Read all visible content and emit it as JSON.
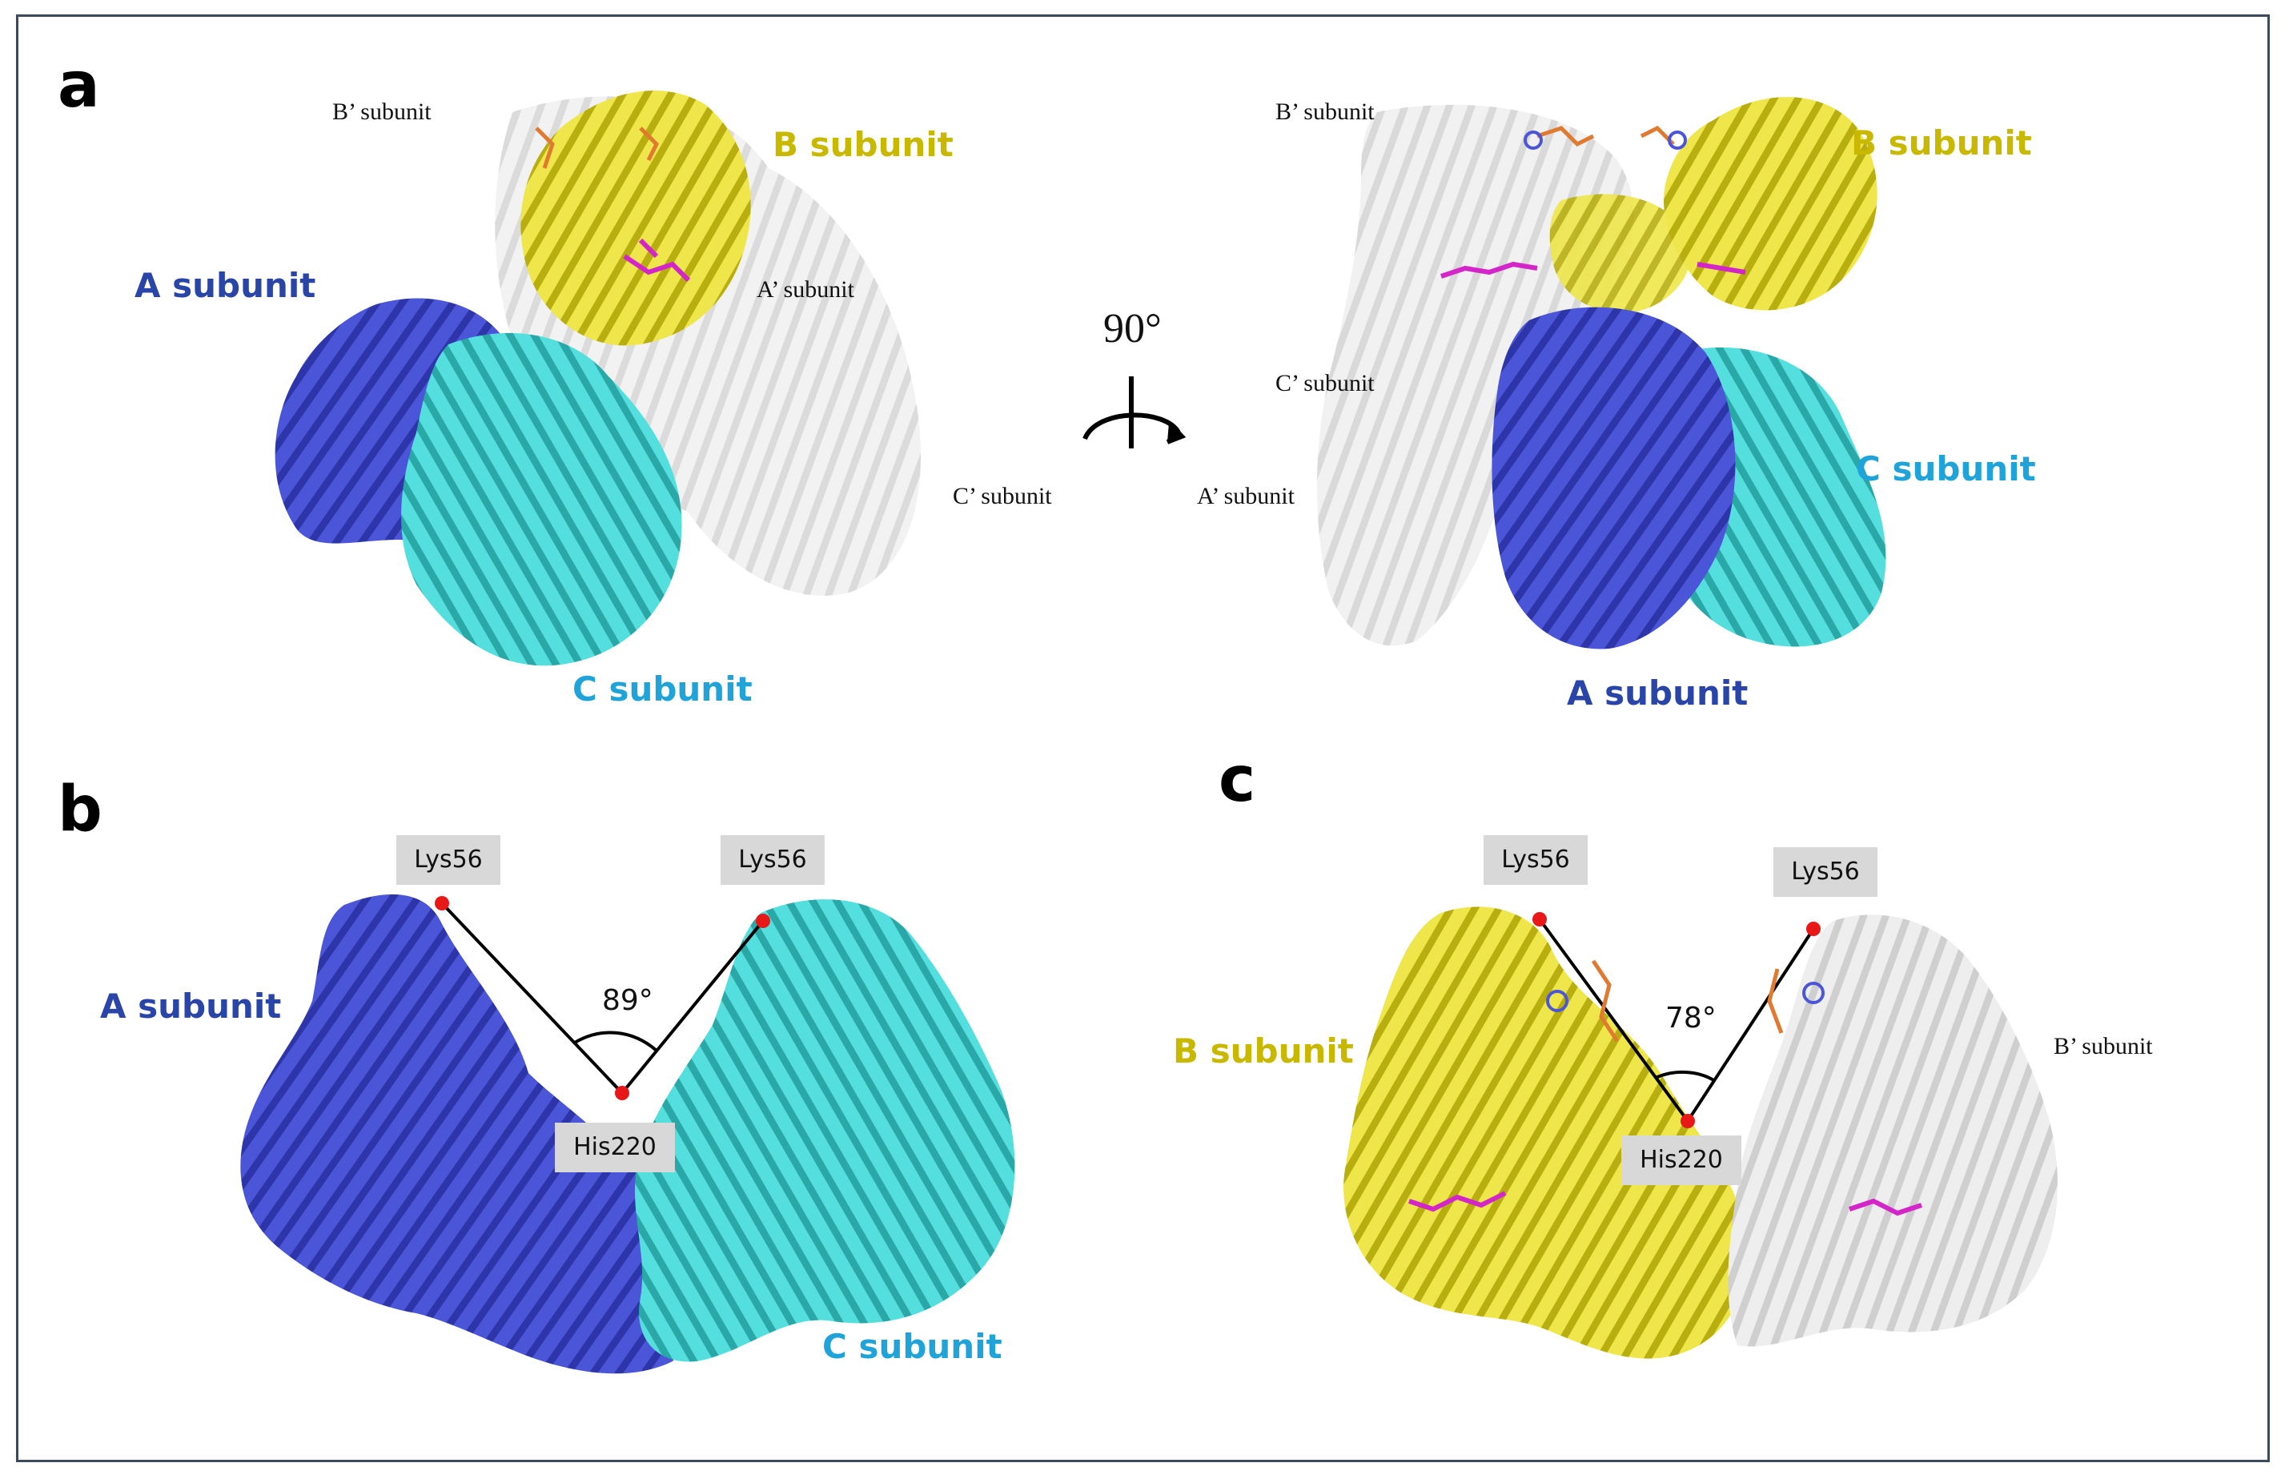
{
  "panels": {
    "a": {
      "letter": "a",
      "left_view": {
        "b_prime": "B’ subunit",
        "b": "B subunit",
        "a": "A subunit",
        "a_prime": "A’ subunit",
        "c_prime": "C’ subunit",
        "c": "C subunit"
      },
      "rotation": "90°",
      "right_view": {
        "b_prime": "B’ subunit",
        "b": "B subunit",
        "c_prime": "C’ subunit",
        "c": "C subunit",
        "a_prime": "A’ subunit",
        "a": "A subunit"
      }
    },
    "b": {
      "letter": "b",
      "left_residue": "Lys56",
      "right_residue": "Lys56",
      "center_residue": "His220",
      "angle": "89°",
      "left_subunit": "A subunit",
      "right_subunit": "C subunit"
    },
    "c": {
      "letter": "c",
      "left_residue": "Lys56",
      "right_residue": "Lys56",
      "center_residue": "His220",
      "angle": "78°",
      "left_subunit": "B subunit",
      "right_subunit": "B’ subunit"
    }
  },
  "colors": {
    "a_subunit": "#3b44c9",
    "c_subunit": "#3fd0d0",
    "b_subunit": "#e2dc2a",
    "prime_subunit": "#e4e4e4",
    "ligand_magenta": "#d426c8",
    "ligand_orange": "#e07a30",
    "residue_marker": "#e81818",
    "frame": "#3d4a5c"
  }
}
